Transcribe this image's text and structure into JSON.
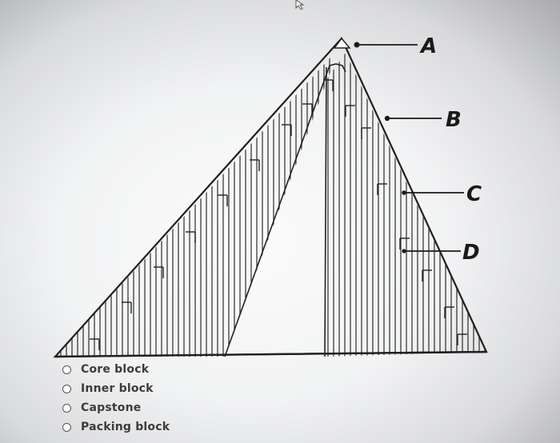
{
  "cursor_icon": "arrow-pointer-icon",
  "diagram": {
    "labels": {
      "a": "A",
      "b": "B",
      "c": "C",
      "d": "D"
    }
  },
  "options": [
    {
      "label": "Core block",
      "icon": "radio-unchecked-icon"
    },
    {
      "label": "Inner block",
      "icon": "radio-unchecked-icon"
    },
    {
      "label": "Capstone",
      "icon": "radio-unchecked-icon"
    },
    {
      "label": "Packing block",
      "icon": "radio-unchecked-icon"
    }
  ]
}
